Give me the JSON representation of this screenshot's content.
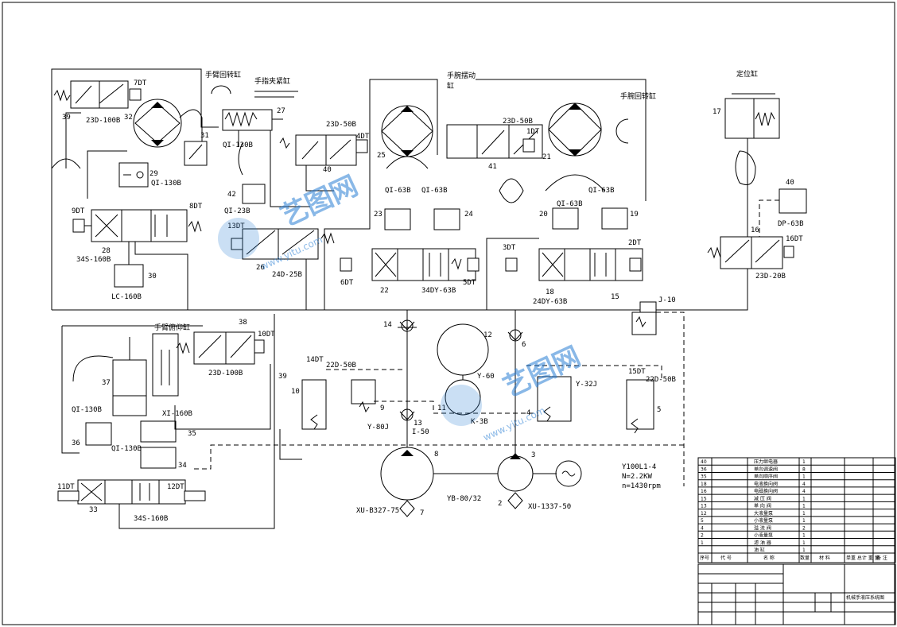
{
  "labels": {
    "l39a": "39",
    "l23d100b": "23D-100B",
    "l32": "32",
    "l7dt": "7DT",
    "l31": "31",
    "l29": "29",
    "lqi130b_a": "QI-130B",
    "l9dt": "9DT",
    "l8dt": "8DT",
    "l28": "28",
    "l34s160b_a": "34S-160B",
    "l30": "30",
    "llc160b": "LC-160B",
    "act_arm_rot": "手臂回转缸",
    "act_finger": "手指夹紧缸",
    "l27": "27",
    "lqi130b_b": "QI-130B",
    "l23d50b_a": "23D-50B",
    "l4dt": "4DT",
    "l40a": "40",
    "l42": "42",
    "lqi23b": "QI-23B",
    "l13dt": "13DT",
    "l26": "26",
    "l24d25b": "24D-25B",
    "act_wrist_swing": "手腕摆动",
    "act_wrist_swing2": "缸",
    "l25": "25",
    "lqi63b_a": "QI-63B",
    "lqi63b_b": "QI-63B",
    "l23": "23",
    "l24": "24",
    "l6dt": "6DT",
    "l22": "22",
    "l34dy63b": "34DY-63B",
    "l5dt": "5DT",
    "l23d50b_b": "23D-50B",
    "l1dt": "1DT",
    "l41": "41",
    "act_wrist_rot": "手腕回转缸",
    "l21": "21",
    "lqi63b_c": "QI-63B",
    "lqi63b_d": "QI-63B",
    "l20": "20",
    "l19": "19",
    "l3dt": "3DT",
    "l2dt": "2DT",
    "l18": "18",
    "l24dy63b": "24DY-63B",
    "l15": "15",
    "lj10": "J-10",
    "act_locate": "定位缸",
    "l17": "17",
    "l40b": "40",
    "ldp63b": "DP-63B",
    "l16": "16",
    "l16dt": "16DT",
    "l23d20b": "23D-20B",
    "act_arm_pitch": "手臂俯仰缸",
    "l38": "38",
    "l10dt": "10DT",
    "l23d100b_b": "23D-100B",
    "l37": "37",
    "lqi130b_c": "QI-130B",
    "lxi160b": "XI-160B",
    "l36": "36",
    "l35": "35",
    "lqi130b_d": "QI-130B",
    "l34": "34",
    "l11dt": "11DT",
    "l12dt": "12DT",
    "l33": "33",
    "l34s160b_b": "34S-160B",
    "l14": "14",
    "l14dt": "14DT",
    "l22d50b_a": "22D-50B",
    "l39b": "39",
    "l10": "10",
    "l9": "9",
    "ly80j": "Y-80J",
    "l13": "13",
    "li50": "I-50",
    "l12": "12",
    "ly60": "Y-60",
    "l11": "11",
    "lk3b": "K-3B",
    "l6": "6",
    "ly32j": "Y-32J",
    "l4": "4",
    "l15dt": "15DT",
    "l22d50b_b": "22D-50B",
    "l5": "5",
    "l8": "8",
    "l3": "3",
    "lyb": "YB-80/32",
    "l2": "2",
    "lxub": "XU-B327-75",
    "l7": "7",
    "lxu1337": "XU-1337-50",
    "motor1": "Y100L1-4",
    "motor2": "N=2.2KW",
    "motor3": "n=1430rpm"
  },
  "bom": {
    "rows": [
      {
        "no": "40",
        "name": "压力继电器",
        "qty": "1"
      },
      {
        "no": "36",
        "name": "单向调速阀",
        "qty": "8"
      },
      {
        "no": "35",
        "name": "单向顺序阀",
        "qty": "1"
      },
      {
        "no": "18",
        "name": "电液换向阀",
        "qty": "4"
      },
      {
        "no": "16",
        "name": "电磁换向阀",
        "qty": "4"
      },
      {
        "no": "15",
        "name": "减 压 阀",
        "qty": "1"
      },
      {
        "no": "13",
        "name": "单 向 阀",
        "qty": "1"
      },
      {
        "no": "12",
        "name": "大液量泵",
        "qty": "1"
      },
      {
        "no": "5",
        "name": "小液量泵",
        "qty": "1"
      },
      {
        "no": "4",
        "name": "溢 流 阀",
        "qty": "2"
      },
      {
        "no": "2",
        "name": "小液量泵",
        "qty": "1"
      },
      {
        "no": "1",
        "name": "滤 油 器",
        "qty": "1"
      },
      {
        "no": "",
        "name": "油  缸",
        "qty": "1"
      }
    ],
    "header": {
      "seq": "序号",
      "code": "代 号",
      "name": "名  称",
      "qty": "数量",
      "material": "材 料",
      "weight": "单重 总计 重 量",
      "remark": "备 注"
    },
    "drawing_title": "机械手液压系统图"
  },
  "watermark": {
    "brand": "艺图网",
    "url": "www.yitu.com"
  }
}
